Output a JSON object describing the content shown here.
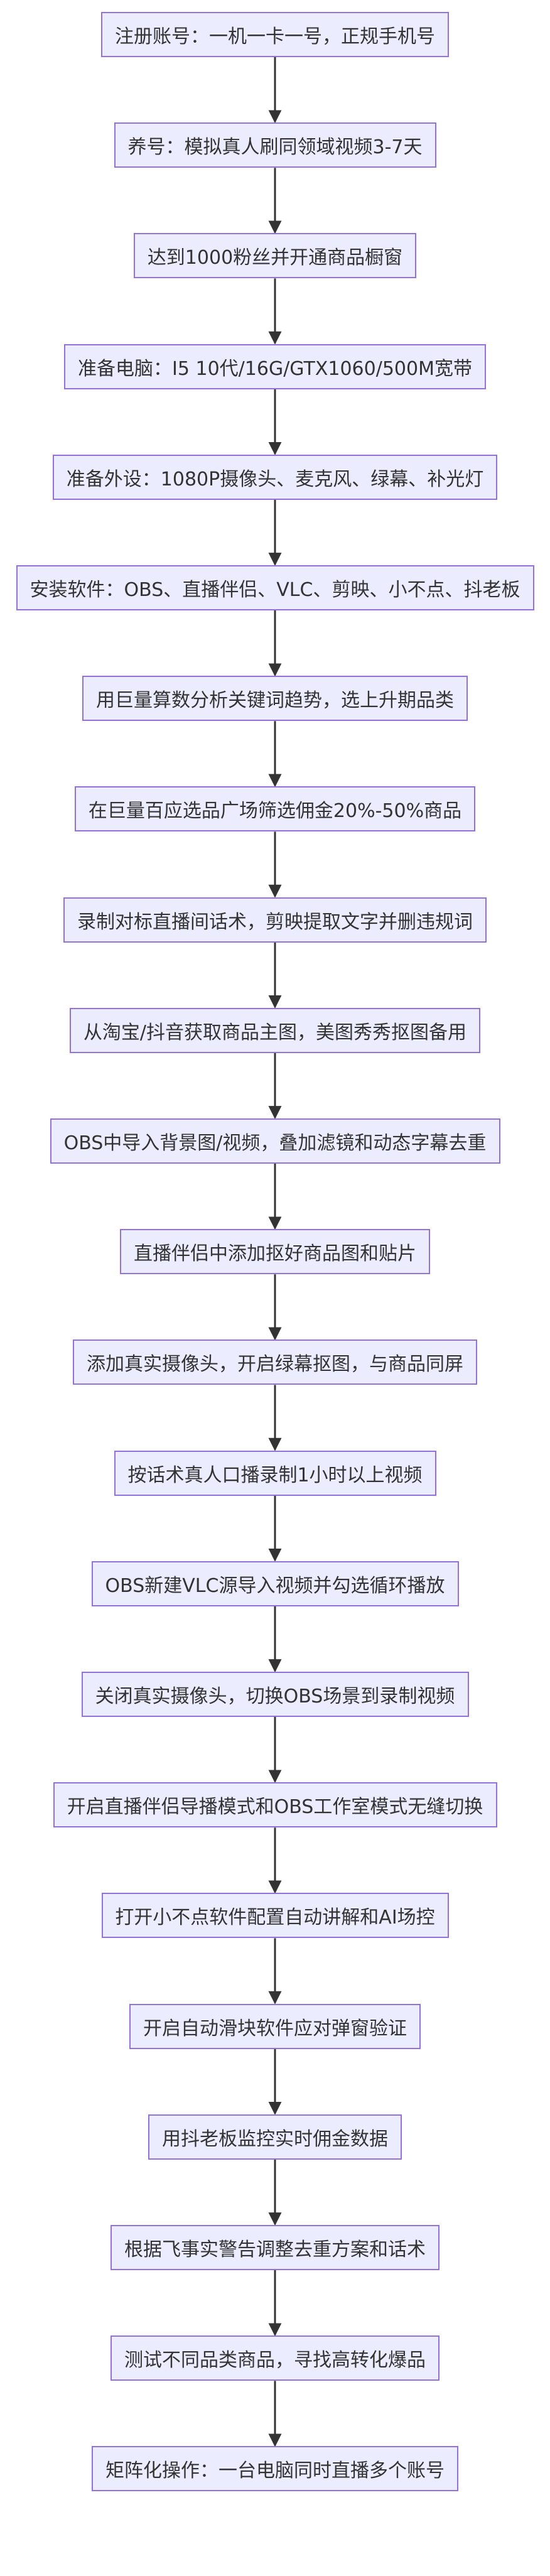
{
  "flowchart": {
    "direction": "top-down",
    "colors": {
      "node_fill": "#ececff",
      "node_border": "#9370db",
      "edge": "#333333",
      "text": "#333333"
    },
    "steps": [
      "注册账号：一机一卡一号，正规手机号",
      "养号：模拟真人刷同领域视频3-7天",
      "达到1000粉丝并开通商品橱窗",
      "准备电脑：I5 10代/16G/GTX1060/500M宽带",
      "准备外设：1080P摄像头、麦克风、绿幕、补光灯",
      "安装软件：OBS、直播伴侣、VLC、剪映、小不点、抖老板",
      "用巨量算数分析关键词趋势，选上升期品类",
      "在巨量百应选品广场筛选佣金20%-50%商品",
      "录制对标直播间话术，剪映提取文字并删违规词",
      "从淘宝/抖音获取商品主图，美图秀秀抠图备用",
      "OBS中导入背景图/视频，叠加滤镜和动态字幕去重",
      "直播伴侣中添加抠好商品图和贴片",
      "添加真实摄像头，开启绿幕抠图，与商品同屏",
      "按话术真人口播录制1小时以上视频",
      "OBS新建VLC源导入视频并勾选循环播放",
      "关闭真实摄像头，切换OBS场景到录制视频",
      "开启直播伴侣导播模式和OBS工作室模式无缝切换",
      "打开小不点软件配置自动讲解和AI场控",
      "开启自动滑块软件应对弹窗验证",
      "用抖老板监控实时佣金数据",
      "根据飞事实警告调整去重方案和话术",
      "测试不同品类商品，寻找高转化爆品",
      "矩阵化操作：一台电脑同时直播多个账号"
    ]
  }
}
